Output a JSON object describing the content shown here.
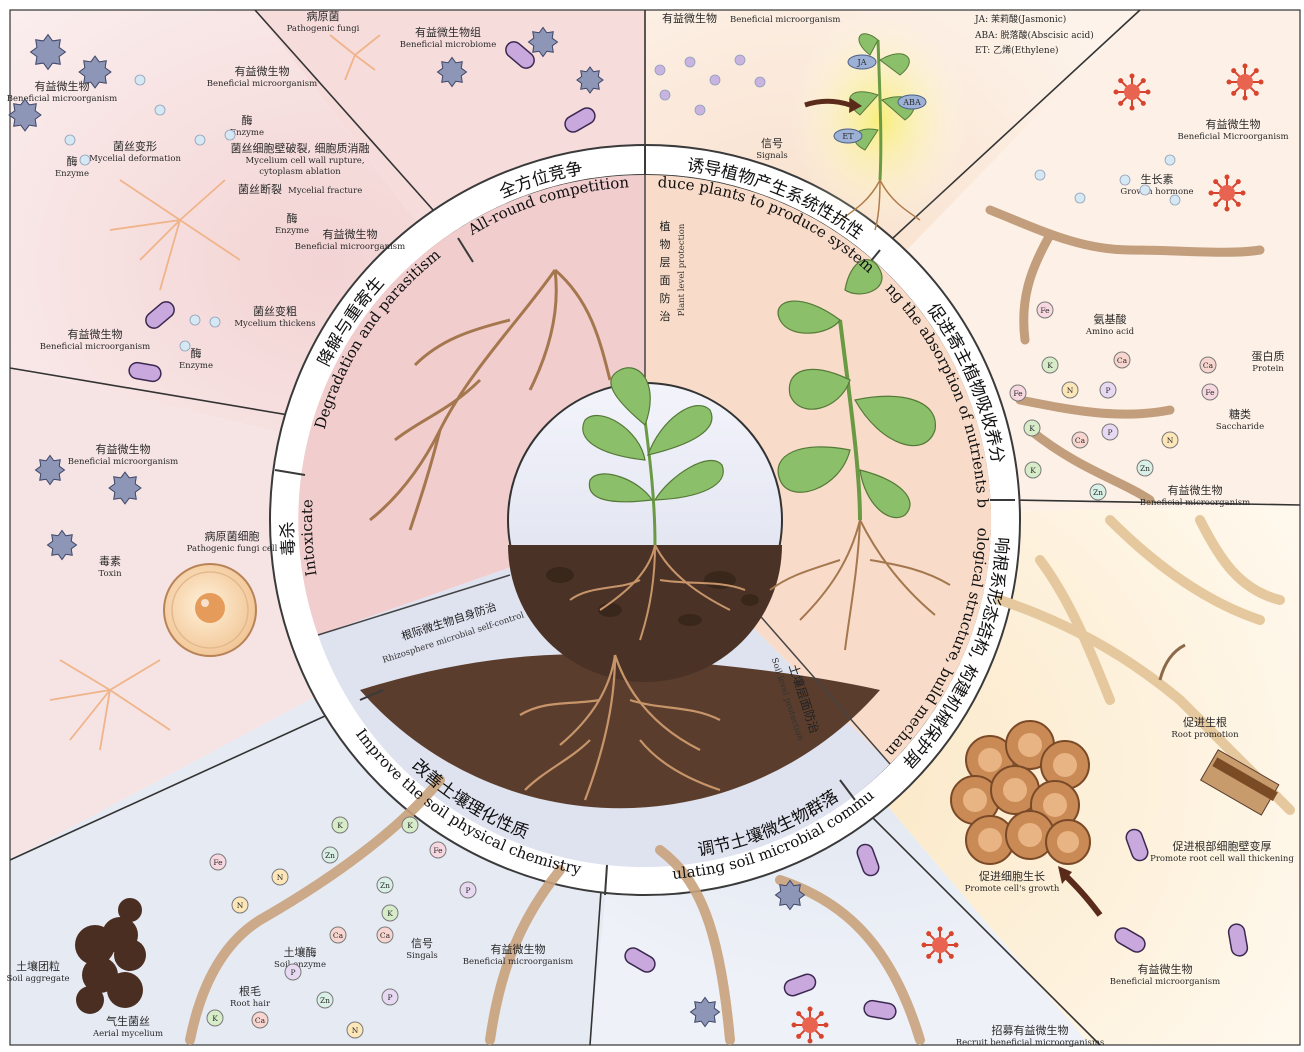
{
  "legend": [
    "JA: 茉莉酸(Jasmonic)",
    "ABA: 脱落酸(Abscisic acid)",
    "ET: 乙烯(Ethylene)"
  ],
  "center": {
    "plant_level_cn": "植物层面防治",
    "plant_level_en": "Plant level protection",
    "rhizo_cn": "根际微生物自身防治",
    "rhizo_en": "Rhizosphere microbial self-control",
    "soil_level_cn": "土壤层面防治",
    "soil_level_en": "Soil level protection"
  },
  "ring": {
    "competition_cn": "全方位竞争",
    "competition_en": "All-round competition",
    "resistance_cn": "诱导植物产生系统性抗性",
    "resistance_en": "Induce plants to produce systemic",
    "nutrients_cn": "促进寄主植物吸收养分",
    "nutrients_en": "Promoting the absorption of nutrients by plants",
    "root_cn": "影响根系形态结构, 构建机械保护屏障",
    "root_en": "Affect the root morphological structure, build mechanical protection barrier",
    "community_cn": "调节土壤微生物群落",
    "community_en": "Regulating soil microbial community",
    "chemistry_cn": "改善土壤理化性质",
    "chemistry_en": "Improve the soil physical chemistry",
    "toxic_cn": "毒杀",
    "toxic_en": "Intoxicate",
    "degrade_cn": "降解与重寄生",
    "degrade_en": "Degradation and parasitism"
  },
  "labels": {
    "bm_cn": "有益微生物",
    "bm_en": "Beneficial microorganism",
    "bm_en_cap": "Beneficial Microorganism",
    "enzyme_cn": "酶",
    "enzyme_en": "Enzyme",
    "mycdef_cn": "菌丝变形",
    "mycdef_en": "Mycelial deformation",
    "rupture_cn": "菌丝细胞壁破裂, 细胞质消融",
    "rupture_en1": "Mycelium cell wall rupture,",
    "rupture_en2": "cytoplasm ablation",
    "fracture_cn": "菌丝断裂",
    "fracture_en": "Mycelial fracture",
    "thick_cn": "菌丝变粗",
    "thick_en": "Mycelium thickens",
    "pathogen_cn": "病原菌",
    "pathogen_en": "Pathogenic fungi",
    "biome_cn": "有益微生物组",
    "biome_en": "Beneficial microbiome",
    "signal_cn": "信号",
    "signal_en": "Signals",
    "signal_en2": "Singals",
    "growth_cn": "生长素",
    "growth_en": "Growth hormone",
    "amino_cn": "氨基酸",
    "amino_en": "Amino acid",
    "protein_cn": "蛋白质",
    "protein_en": "Protein",
    "sugar_cn": "糖类",
    "sugar_en": "Saccharide",
    "toxin_cn": "毒素",
    "toxin_en": "Toxin",
    "pcell_cn": "病原菌细胞",
    "pcell_en": "Pathogenic fungi cell",
    "rootpro_cn": "促进生根",
    "rootpro_en": "Root promotion",
    "wall_cn": "促进根部细胞壁变厚",
    "wall_en": "Promote root cell wall thickening",
    "cellg_cn": "促进细胞生长",
    "cellg_en": "Promote cell's growth",
    "recruit_cn": "招募有益微生物",
    "recruit_en": "Recruit beneficial microorganisms",
    "soilenz_cn": "土壤酶",
    "soilenz_en": "Soil enzyme",
    "agg_cn": "土壤团粒",
    "agg_en": "Soil aggregate",
    "hair_cn": "根毛",
    "hair_en": "Root hair",
    "aerial_cn": "气生菌丝",
    "aerial_en": "Aerial mycelium"
  },
  "hormones": [
    "JA",
    "ABA",
    "ET"
  ],
  "ions": [
    "Fe",
    "K",
    "N",
    "P",
    "Ca",
    "Zn"
  ],
  "colors": {
    "pink": "#f6dede",
    "peach": "#fbe9dc",
    "blue": "#dfe5f0",
    "cream": "#fdf1dc",
    "root": "#a5774e",
    "leaf": "#8cbf6a",
    "soil": "#4a3326"
  }
}
